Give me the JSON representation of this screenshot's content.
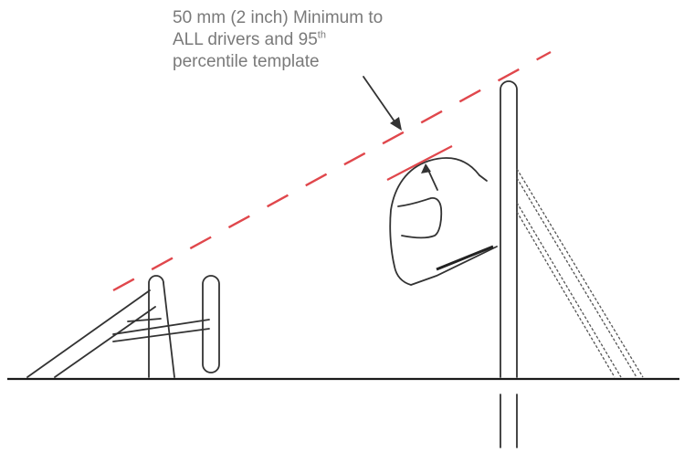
{
  "annotation": {
    "line1": "50 mm (2 inch) Minimum to",
    "line2_main": "ALL drivers and 95",
    "line2_sup": "th",
    "line3": "percentile template"
  }
}
